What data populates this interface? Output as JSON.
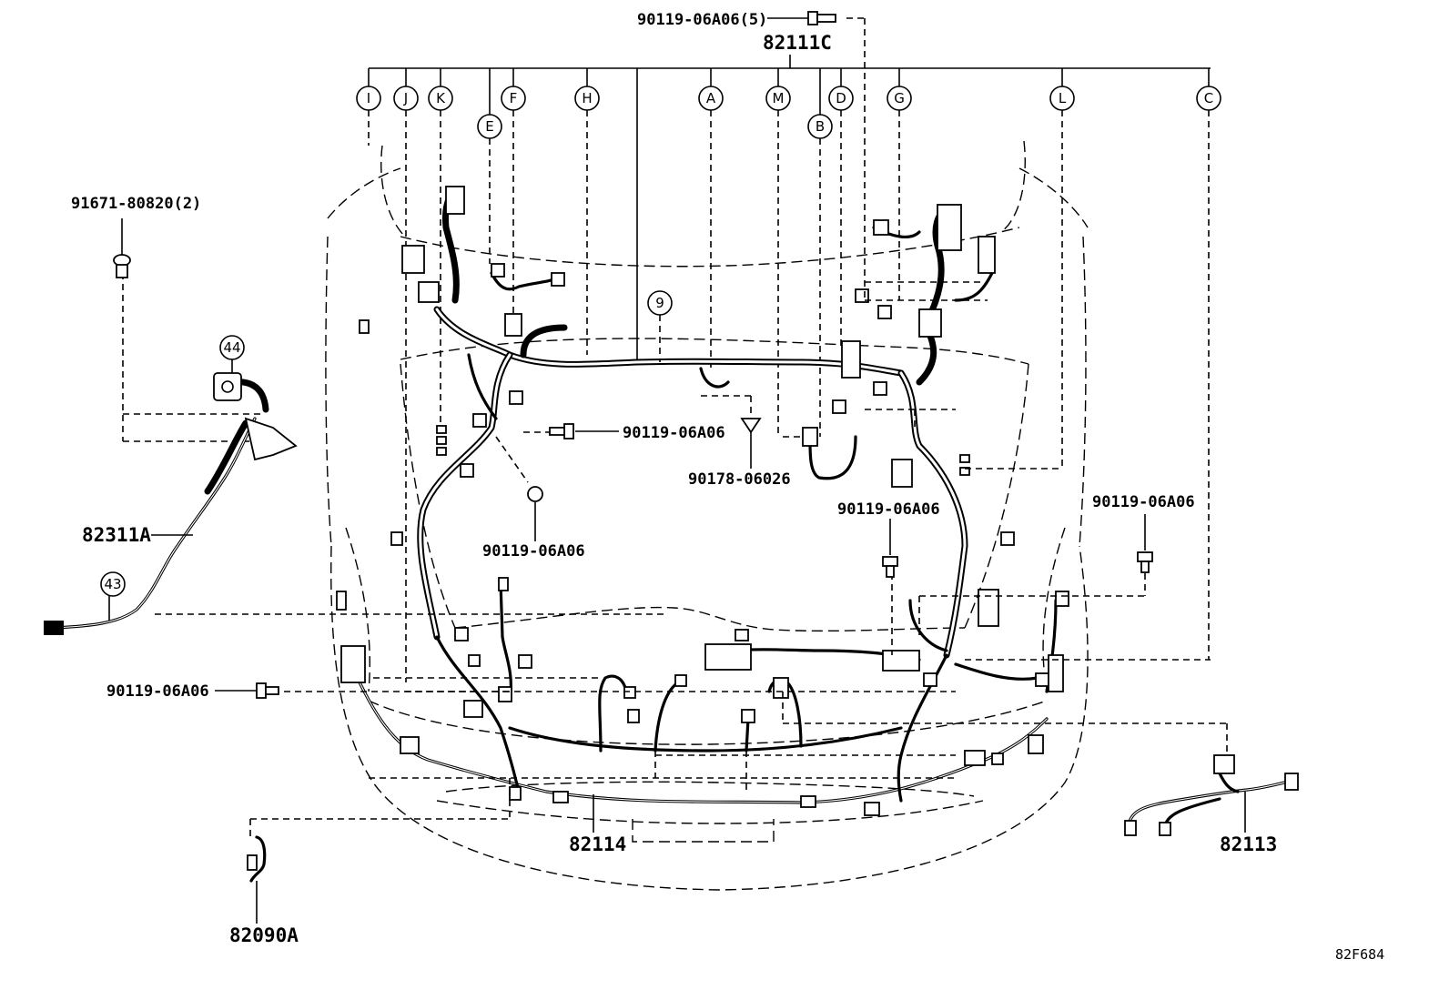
{
  "diagram_id": "82F684",
  "assemblies": {
    "engine_room_main": "82111C",
    "front_harness": "82114",
    "cooling_fan_sub": "82113",
    "sensor_wire": "82090A",
    "hood_latch_wire": "82311A"
  },
  "fasteners": {
    "top_bolts": "90119-06A06(5)",
    "clamp_bolt_left": "91671-80820(2)",
    "bolt_center": "90119-06A06",
    "bolt_lower_center": "90119-06A06",
    "clip_center": "90178-06026",
    "bolt_right": "90119-06A06",
    "bolt_far_right": "90119-06A06",
    "bolt_left_lower": "90119-06A06"
  },
  "callouts": {
    "ref_9": "9",
    "ref_43": "43",
    "ref_44": "44"
  },
  "letter_markers": [
    "I",
    "J",
    "K",
    "E",
    "F",
    "H",
    "A",
    "M",
    "B",
    "D",
    "G",
    "L",
    "C"
  ]
}
